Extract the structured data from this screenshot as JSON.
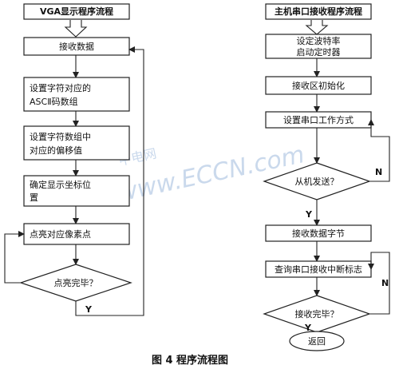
{
  "left_flow": {
    "title": "VGA显示程序流程",
    "steps": [
      "接收数据",
      "设置字符对应的",
      "ASCⅡ码数组",
      "设置字符数组中",
      "对应的偏移值",
      "确定显示坐标位",
      "置",
      "点亮对应像素点"
    ],
    "decision": "点亮完毕？",
    "yes_label": "Y"
  },
  "right_flow": {
    "title": "主机串口接收程序流程",
    "steps": [
      "设定波特率",
      "启动定时器",
      "接收区初始化",
      "设置串口工作方式"
    ],
    "decision1": "从机发送？",
    "no1_label": "N",
    "yes1_label": "Y",
    "steps2": [
      "接收数据字节",
      "查询串口接收中断标志"
    ],
    "decision2": "接收完毕？",
    "no2_label": "N",
    "yes2_label": "Y",
    "end": "返回"
  },
  "watermark": {
    "cn": "中电网",
    "en": "www.ECCN.com"
  },
  "caption": "图 4 程序流程图"
}
